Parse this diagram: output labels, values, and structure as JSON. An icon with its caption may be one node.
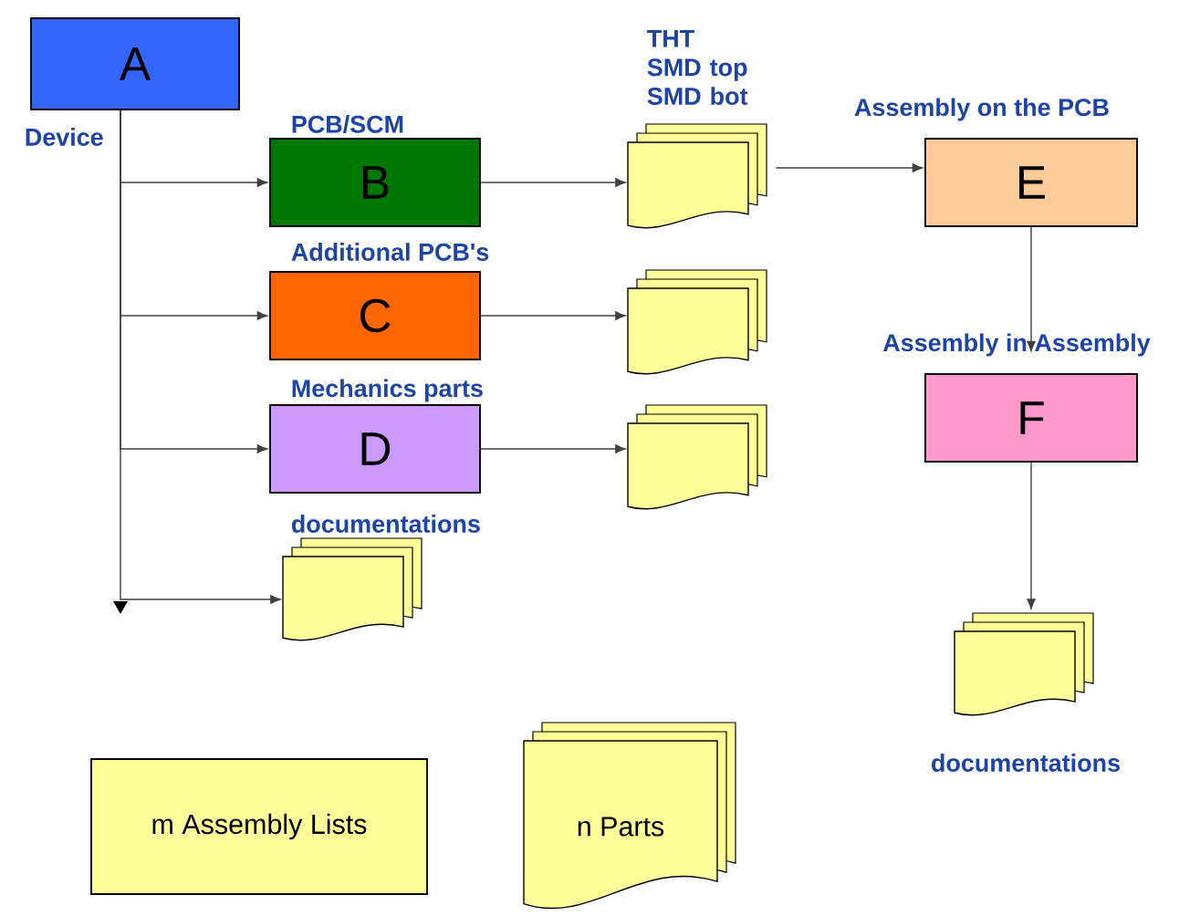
{
  "diagram": {
    "nodes": [
      {
        "text": [
          "A"
        ],
        "beside": [
          "Device"
        ]
      },
      {
        "text": [
          "B"
        ],
        "beside": [
          "PCB/SCM"
        ]
      },
      {
        "text": [
          "C"
        ],
        "beside": [
          "Additional PCB's"
        ]
      },
      {
        "text": [
          "D"
        ],
        "beside": [
          "Mechanics parts"
        ]
      },
      {
        "text": [],
        "shape": "document",
        "beside": [
          "THT SMD top SMD bot"
        ]
      },
      {
        "text": [],
        "shape": "document"
      },
      {
        "text": [],
        "shape": "document"
      },
      {
        "text": [],
        "shape": "document",
        "beside": [
          "documentations"
        ]
      },
      {
        "text": [
          "E"
        ],
        "beside": [
          "Assembly on the PCB"
        ]
      },
      {
        "text": [
          "F"
        ],
        "beside": [
          "Assembly in Assembly"
        ]
      },
      {
        "text": [],
        "shape": "document",
        "beside": [
          "documentations"
        ]
      },
      {
        "text": [
          "m Assembly Lists"
        ]
      },
      {
        "text": [
          "n Parts"
        ]
      }
    ],
    "edges": [
      {
        "from": 0,
        "to": 1,
        "arrow": "to"
      },
      {
        "from": 0,
        "to": 2,
        "arrow": "to"
      },
      {
        "from": 0,
        "to": 3,
        "arrow": "to"
      },
      {
        "from": 0,
        "to": 7,
        "arrow": "to"
      },
      {
        "from": 1,
        "to": 4,
        "arrow": "to"
      },
      {
        "from": 2,
        "to": 5,
        "arrow": "to"
      },
      {
        "from": 3,
        "to": 6,
        "arrow": "to"
      },
      {
        "from": 4,
        "to": 8,
        "arrow": "to"
      },
      {
        "from": 8,
        "to": 9,
        "arrow": "to"
      },
      {
        "from": 9,
        "to": 10,
        "arrow": "to"
      }
    ]
  }
}
